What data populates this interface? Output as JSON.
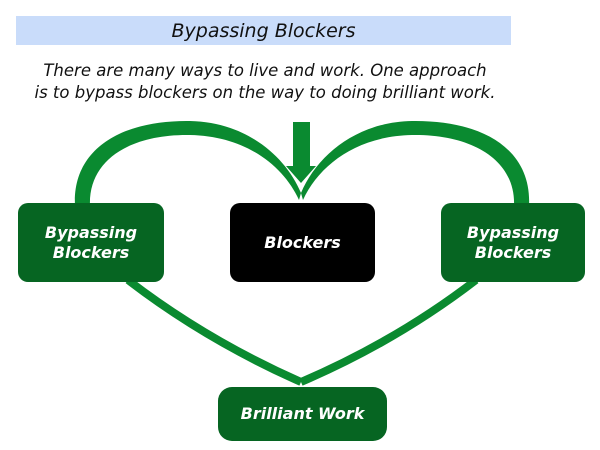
{
  "title": "Bypassing Blockers",
  "subtitle": {
    "line1": "There are many ways to live and work. One approach",
    "line2": "is to bypass blockers on the way to doing brilliant work."
  },
  "nodes": {
    "left": {
      "line1": "Bypassing",
      "line2": "Blockers"
    },
    "center": {
      "label": "Blockers"
    },
    "right": {
      "line1": "Bypassing",
      "line2": "Blockers"
    },
    "bottom": {
      "label": "Brilliant Work"
    }
  },
  "colors": {
    "title_bg": "#c9dcfa",
    "heart_green": "#0a8a30",
    "box_green": "#066522",
    "blocker_black": "#000000"
  }
}
